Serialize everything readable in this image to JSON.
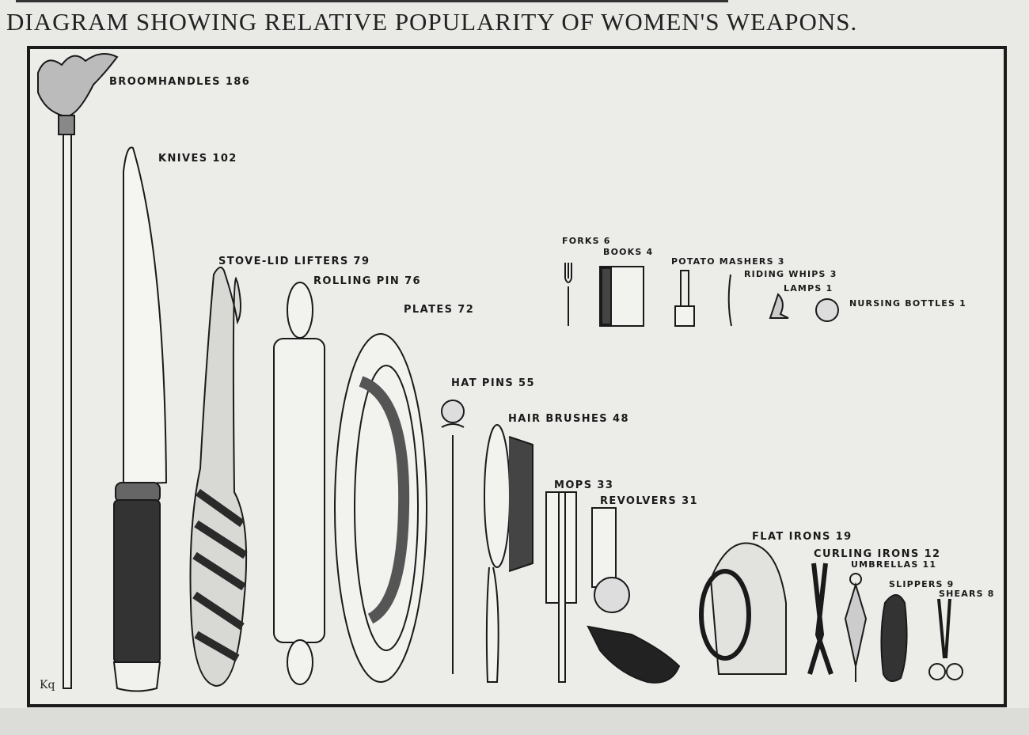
{
  "title": "DIAGRAM SHOWING RELATIVE POPULARITY OF WOMEN'S WEAPONS.",
  "signature": "Kq",
  "chart_data": {
    "type": "bar",
    "title": "DIAGRAM SHOWING RELATIVE POPULARITY OF WOMEN'S WEAPONS.",
    "categories": [
      "BROOMHANDLES",
      "KNIVES",
      "STOVE-LID LIFTERS",
      "ROLLING PIN",
      "PLATES",
      "HAT PINS",
      "HAIR BRUSHES",
      "MOPS",
      "REVOLVERS",
      "FLAT IRONS",
      "CURLING IRONS",
      "UMBRELLAS",
      "SLIPPERS",
      "SHEARS",
      "FORKS",
      "BOOKS",
      "POTATO MASHERS",
      "RIDING WHIPS",
      "LAMPS",
      "NURSING BOTTLES"
    ],
    "values": [
      186,
      102,
      79,
      76,
      72,
      55,
      48,
      33,
      31,
      19,
      12,
      11,
      9,
      8,
      6,
      4,
      3,
      3,
      1,
      1
    ]
  },
  "labels": [
    {
      "text": "BROOMHANDLES 186",
      "key": "broomhandles"
    },
    {
      "text": "KNIVES 102",
      "key": "knives"
    },
    {
      "text": "STOVE-LID LIFTERS 79",
      "key": "stove-lid-lifters"
    },
    {
      "text": "ROLLING PIN 76",
      "key": "rolling-pin"
    },
    {
      "text": "PLATES 72",
      "key": "plates"
    },
    {
      "text": "HAT PINS 55",
      "key": "hat-pins"
    },
    {
      "text": "HAIR BRUSHES 48",
      "key": "hair-brushes"
    },
    {
      "text": "MOPS 33",
      "key": "mops"
    },
    {
      "text": "REVOLVERS 31",
      "key": "revolvers"
    },
    {
      "text": "FLAT IRONS 19",
      "key": "flat-irons"
    },
    {
      "text": "CURLING IRONS 12",
      "key": "curling-irons"
    },
    {
      "text": "UMBRELLAS 11",
      "key": "umbrellas"
    },
    {
      "text": "SLIPPERS 9",
      "key": "slippers"
    },
    {
      "text": "SHEARS 8",
      "key": "shears"
    },
    {
      "text": "FORKS 6",
      "key": "forks"
    },
    {
      "text": "BOOKS 4",
      "key": "books"
    },
    {
      "text": "POTATO MASHERS 3",
      "key": "potato-mashers"
    },
    {
      "text": "RIDING WHIPS 3",
      "key": "riding-whips"
    },
    {
      "text": "LAMPS 1",
      "key": "lamps"
    },
    {
      "text": "NURSING BOTTLES 1",
      "key": "nursing-bottles"
    }
  ]
}
